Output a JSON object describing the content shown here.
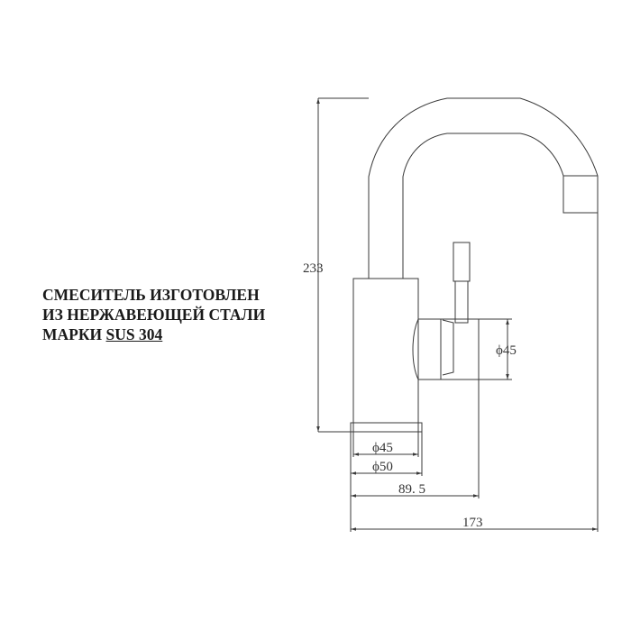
{
  "note": {
    "line1": "СМЕСИТЕЛЬ ИЗГОТОВЛЕН",
    "line2": "ИЗ НЕРЖАВЕЮЩЕЙ СТАЛИ",
    "line3_prefix": "МАРКИ ",
    "line3_material": "SUS 304"
  },
  "dimensions": {
    "height": "233",
    "handle_diameter": "ϕ45",
    "body_diameter": "ϕ45",
    "base_diameter": "ϕ50",
    "handle_reach": "89. 5",
    "spout_reach": "173"
  },
  "colors": {
    "line": "#3a3a3a",
    "text": "#1a1a1a"
  }
}
